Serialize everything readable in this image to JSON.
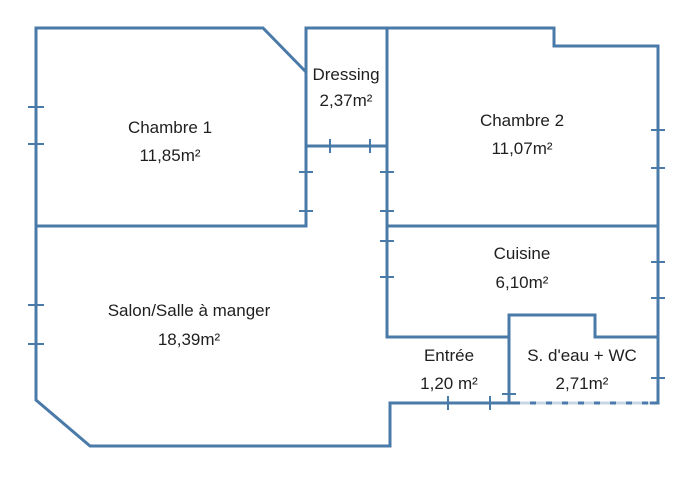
{
  "plan": {
    "wall_color": "#4a7aa8",
    "text_color": "#1f1f1f",
    "rooms": [
      {
        "id": "chambre-1",
        "name": "Chambre 1",
        "area": "11,85m²"
      },
      {
        "id": "dressing",
        "name": "Dressing",
        "area": "2,37m²"
      },
      {
        "id": "chambre-2",
        "name": "Chambre 2",
        "area": "11,07m²"
      },
      {
        "id": "cuisine",
        "name": "Cuisine",
        "area": "6,10m²"
      },
      {
        "id": "salon",
        "name": "Salon/Salle à manger",
        "area": "18,39m²"
      },
      {
        "id": "entree",
        "name": "Entrée",
        "area": "1,20 m²"
      },
      {
        "id": "sdeau",
        "name": "S. d'eau + WC",
        "area": "2,71m²"
      }
    ]
  }
}
